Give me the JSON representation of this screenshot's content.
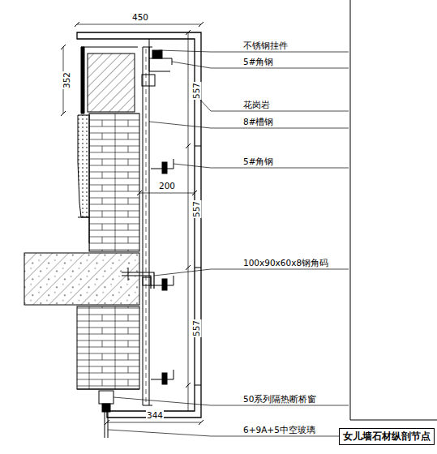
{
  "diagram": {
    "title": "女儿墙石材纵剖节点",
    "labels": [
      "450",
      "352",
      "不锈钢挂件",
      "5#角钢",
      "557",
      "花岗岩",
      "8#槽钢",
      "5#角钢",
      "200",
      "557",
      "100x90x60x8钢角码",
      "557",
      "50系列隔热断桥窗",
      "344",
      "6+9A+5中空玻璃"
    ]
  }
}
